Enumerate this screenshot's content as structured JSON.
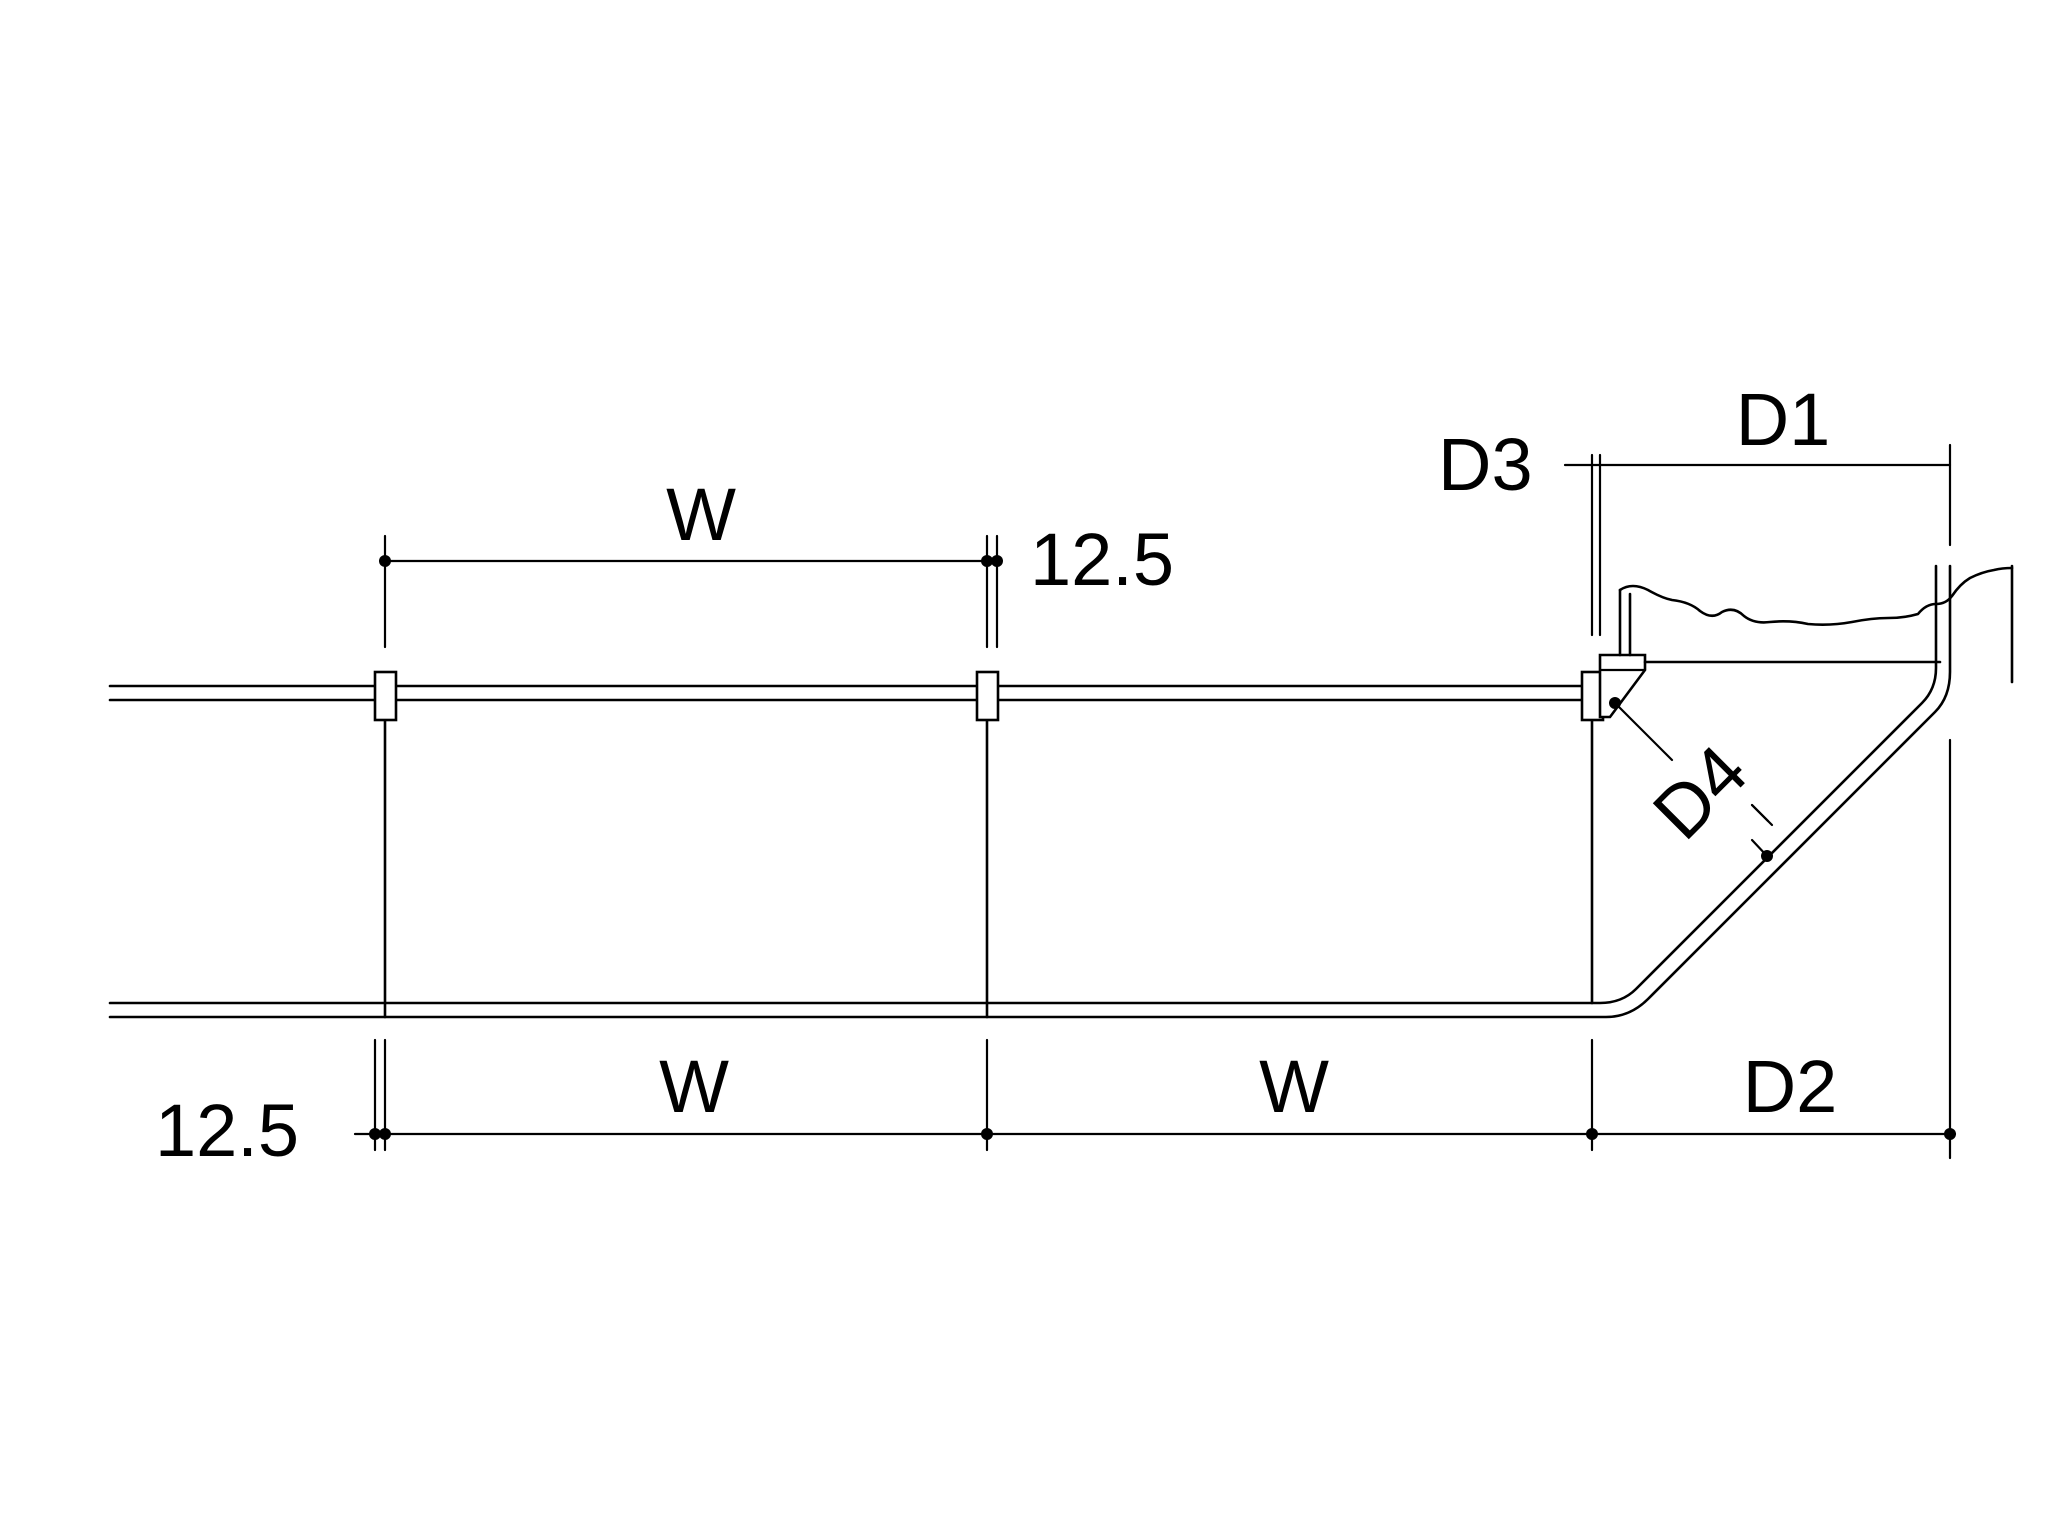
{
  "labels": {
    "w_top": "W",
    "dim_top": "12.5",
    "w_bottom_left": "W",
    "w_bottom_right": "W",
    "dim_bottom": "12.5",
    "d1": "D1",
    "d2": "D2",
    "d3": "D3",
    "d4": "D4"
  },
  "colors": {
    "line": "#000000",
    "background": "#ffffff"
  }
}
